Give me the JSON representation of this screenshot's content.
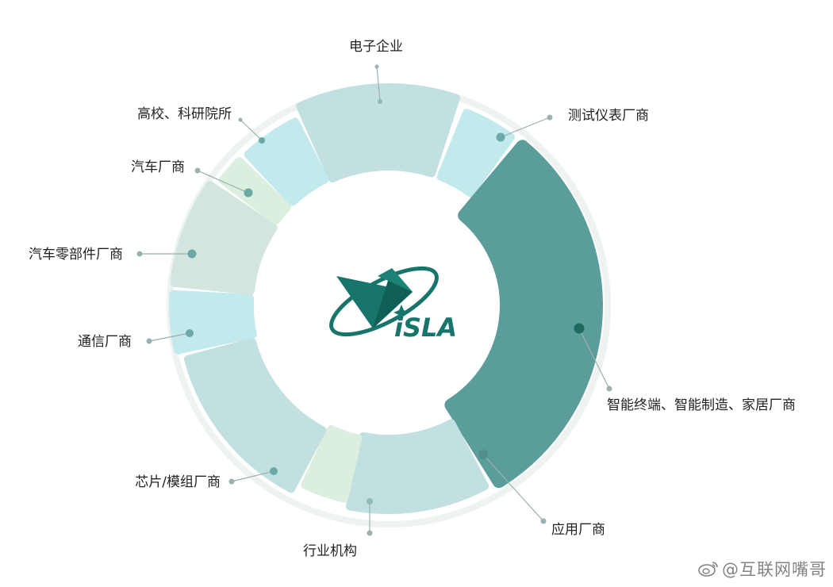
{
  "colors": {
    "pale_teal": "#c3e0e1",
    "aqua": "#c2e9ec",
    "pale_green": "#dcefdf",
    "sage": "#d2e6df",
    "dark_teal": "#5b9d9b",
    "dot": "#6aa9a5",
    "dot_dark": "#1e6b5d",
    "leader": "#9bb0b0",
    "logo": "#17756b"
  },
  "segments": [
    {
      "id": "electronics",
      "label": "电子企业",
      "color": "pale_teal"
    },
    {
      "id": "test",
      "label": "测试仪表厂商",
      "color": "aqua"
    },
    {
      "id": "smart",
      "label": "智能终端、智能制造、家居厂商",
      "color": "dark_teal"
    },
    {
      "id": "app",
      "label": "应用厂商",
      "color": "pale_teal"
    },
    {
      "id": "industry",
      "label": "行业机构",
      "color": "pale_green"
    },
    {
      "id": "chip",
      "label": "芯片/模组厂商",
      "color": "pale_teal"
    },
    {
      "id": "telecom",
      "label": "通信厂商",
      "color": "aqua"
    },
    {
      "id": "autoparts",
      "label": "汽车零部件厂商",
      "color": "sage"
    },
    {
      "id": "auto",
      "label": "汽车厂商",
      "color": "pale_green"
    },
    {
      "id": "university",
      "label": "高校、科研院所",
      "color": "aqua"
    }
  ],
  "logo": {
    "text": "iSLA",
    "icon": "star-orbit-logo-icon"
  },
  "watermark": {
    "icon": "weibo-icon",
    "text": "@互联网嘴哥"
  }
}
